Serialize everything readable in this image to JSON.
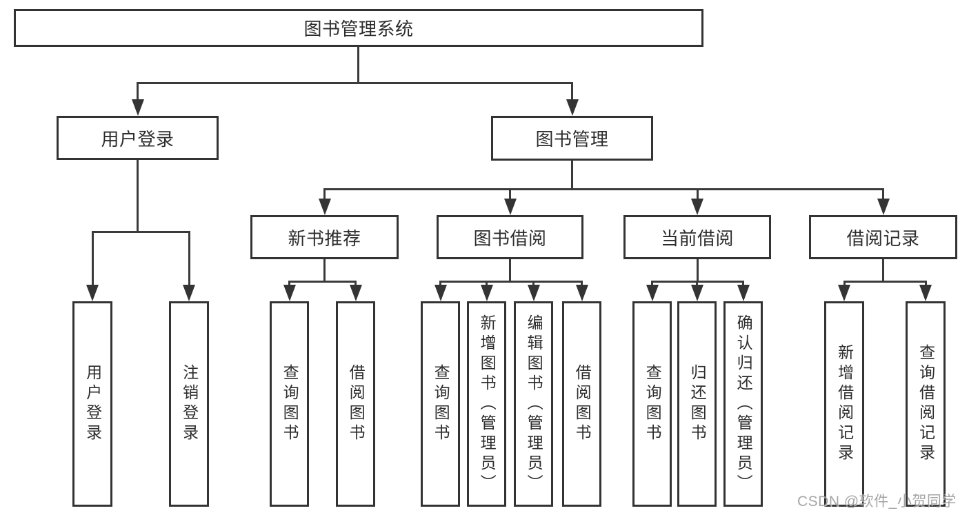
{
  "root": {
    "label": "图书管理系统"
  },
  "login": {
    "label": "用户登录",
    "children": [
      {
        "label": "用户登录"
      },
      {
        "label": "注销登录"
      }
    ]
  },
  "mgmt": {
    "label": "图书管理",
    "sections": [
      {
        "label": "新书推荐",
        "children": [
          {
            "label": "查询图书"
          },
          {
            "label": "借阅图书"
          }
        ]
      },
      {
        "label": "图书借阅",
        "children": [
          {
            "label": "查询图书"
          },
          {
            "label": "新增图书（管理员）"
          },
          {
            "label": "编辑图书（管理员）"
          },
          {
            "label": "借阅图书"
          }
        ]
      },
      {
        "label": "当前借阅",
        "children": [
          {
            "label": "查询图书"
          },
          {
            "label": "归还图书"
          },
          {
            "label": "确认归还（管理员）"
          }
        ]
      },
      {
        "label": "借阅记录",
        "children": [
          {
            "label": "新增借阅记录"
          },
          {
            "label": "查询借阅记录"
          }
        ]
      }
    ]
  },
  "watermark": "CSDN @软件_小贺同学",
  "colors": {
    "line": "#3a3a3a",
    "border": "#333333",
    "text": "#2d2d2d",
    "watermark": "#9c9c9c"
  }
}
